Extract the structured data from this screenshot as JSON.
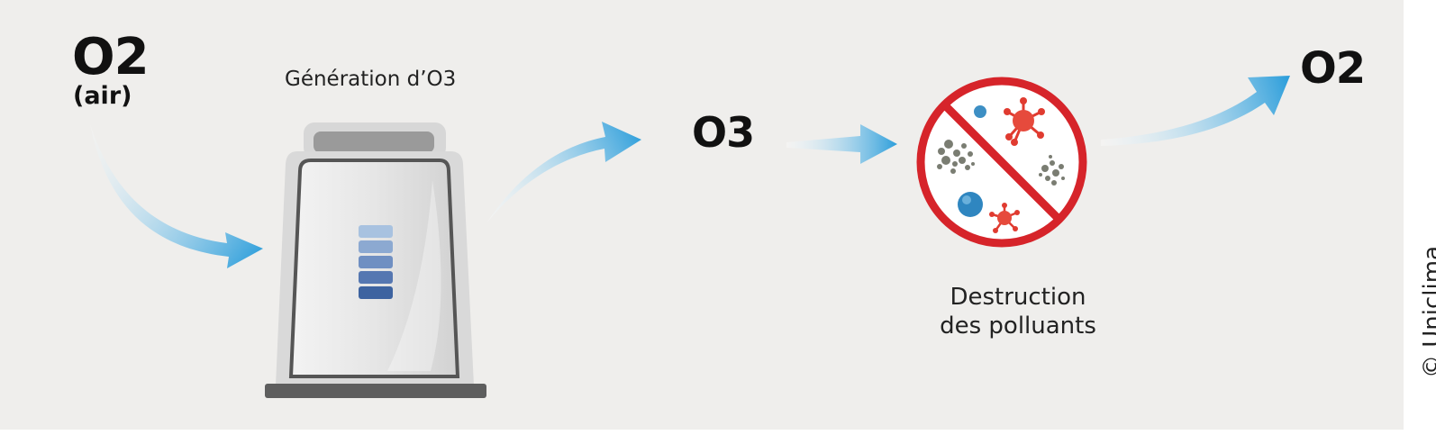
{
  "labels": {
    "o2_input": "O2",
    "air": "(air)",
    "generation": "Génération d’O3",
    "o3": "O3",
    "o2_output": "O2",
    "destruction_line1": "Destruction",
    "destruction_line2": "des polluants",
    "credit": "© Uniclima"
  },
  "colors": {
    "background": "#efeeec",
    "arrow_start": "#cfe6f3",
    "arrow_end": "#2f9fdb",
    "prohibition_red": "#d6242a",
    "device_body": "#d9d9d9",
    "device_frame": "#555555",
    "indicator_levels": [
      "#a8c2e0",
      "#8ca9d1",
      "#6f8fc2",
      "#5577b1",
      "#3d63a0"
    ]
  },
  "icons": {
    "device": "ozone-generator-icon",
    "prohibition": "no-pollutants-icon"
  }
}
